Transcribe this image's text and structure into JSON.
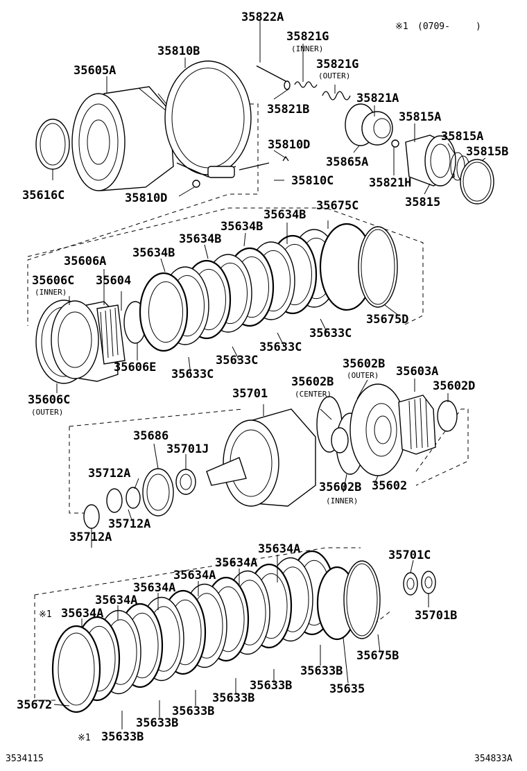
{
  "header_note": {
    "marker": "※1",
    "range": "(0709-",
    "close": ")"
  },
  "parts": {
    "p35822A": "35822A",
    "p35821G_inner": "35821G",
    "p35821G_outer": "35821G",
    "p35810B": "35810B",
    "p35605A": "35605A",
    "p35821B": "35821B",
    "p35821A": "35821A",
    "p35815A_1": "35815A",
    "p35815A_2": "35815A",
    "p35815B": "35815B",
    "p35810D_1": "35810D",
    "p35865A": "35865A",
    "p35821H": "35821H",
    "p35815": "35815",
    "p35616C": "35616C",
    "p35810D_2": "35810D",
    "p35810C": "35810C",
    "p35634B_1": "35634B",
    "p35634B_2": "35634B",
    "p35634B_3": "35634B",
    "p35634B_4": "35634B",
    "p35675C": "35675C",
    "p35606A": "35606A",
    "p35606C_inner": "35606C",
    "p35604": "35604",
    "p35675D": "35675D",
    "p35633C_1": "35633C",
    "p35633C_2": "35633C",
    "p35633C_3": "35633C",
    "p35633C_4": "35633C",
    "p35606E": "35606E",
    "p35606C_outer": "35606C",
    "p35602B_outer": "35602B",
    "p35603A": "35603A",
    "p35602B_center": "35602B",
    "p35602D": "35602D",
    "p35701": "35701",
    "p35686": "35686",
    "p35701J": "35701J",
    "p35712A_1": "35712A",
    "p35712A_2": "35712A",
    "p35712A_3": "35712A",
    "p35602B_inner": "35602B",
    "p35602": "35602",
    "p35634A_1": "35634A",
    "p35634A_2": "35634A",
    "p35634A_3": "35634A",
    "p35634A_4": "35634A",
    "p35634A_5": "35634A",
    "p35634A_6": "35634A",
    "p35701C": "35701C",
    "p35701B": "35701B",
    "p35675B": "35675B",
    "p35633B_1": "35633B",
    "p35633B_2": "35633B",
    "p35633B_3": "35633B",
    "p35633B_4": "35633B",
    "p35633B_5": "35633B",
    "p35633B_6": "35633B",
    "p35635": "35635",
    "p35672": "35672"
  },
  "sublabels": {
    "inner_a": "(INNER)",
    "outer_a": "(OUTER)",
    "inner_b": "(INNER)",
    "outer_b": "(OUTER)",
    "outer_c": "(OUTER)",
    "center": "(CENTER)",
    "inner_c": "(INNER)"
  },
  "notes": {
    "mark_1": "※1",
    "mark_2": "※1"
  },
  "footer": {
    "left_code": "3534115",
    "right_code": "354833A"
  }
}
